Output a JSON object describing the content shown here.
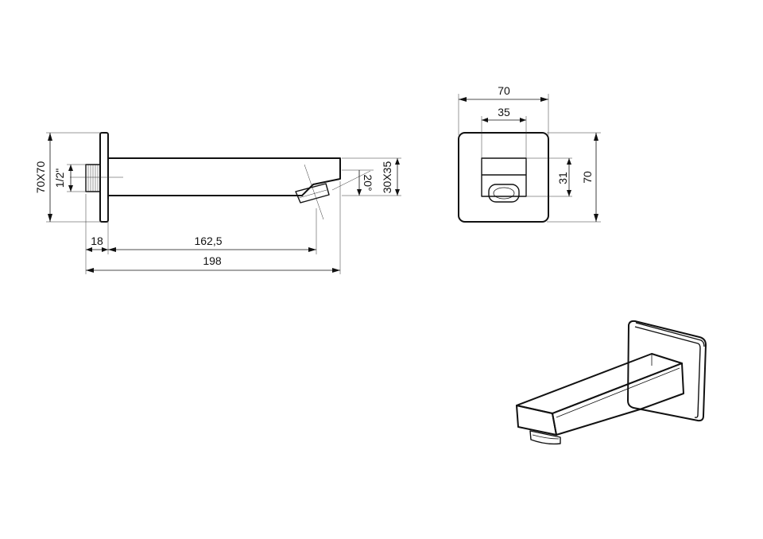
{
  "side_view": {
    "flange_size": "70X70",
    "thread_size": "1/2\"",
    "spout_section": "30X35",
    "outlet_angle": "20°",
    "dim_flange_thickness": "18",
    "dim_spout_length": "162,5",
    "dim_total_length": "198"
  },
  "front_view": {
    "dim_width": "70",
    "dim_spout_width": "35",
    "dim_spout_height": "31",
    "dim_height": "70"
  }
}
